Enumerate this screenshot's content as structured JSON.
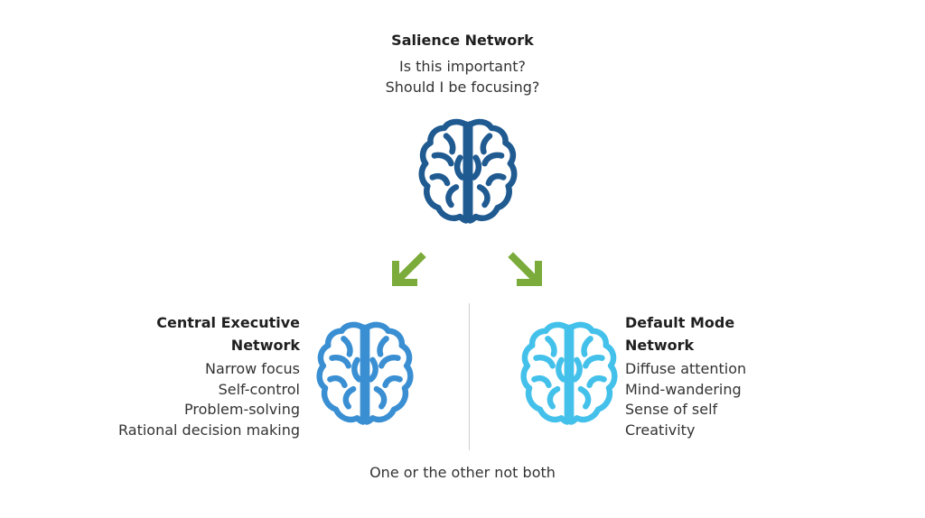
{
  "colors": {
    "salience_brain": "#1f5a91",
    "central_brain": "#3a8fd3",
    "default_brain": "#43c1ea",
    "arrows": "#7bab3a",
    "divider": "#cfcfcf"
  },
  "salience": {
    "title": "Salience Network",
    "lines": [
      "Is this important?",
      "Should I be focusing?"
    ]
  },
  "central_executive": {
    "title_line1": "Central Executive",
    "title_line2": "Network",
    "items": [
      "Narrow focus",
      "Self-control",
      "Problem-solving",
      "Rational decision making"
    ]
  },
  "default_mode": {
    "title_line1": "Default Mode",
    "title_line2": "Network",
    "items": [
      "Diffuse attention",
      "Mind-wandering",
      "Sense of self",
      "Creativity"
    ]
  },
  "footer": "One or the other not both",
  "icons": [
    "brain-icon",
    "arrow-down-left-icon",
    "arrow-down-right-icon"
  ]
}
